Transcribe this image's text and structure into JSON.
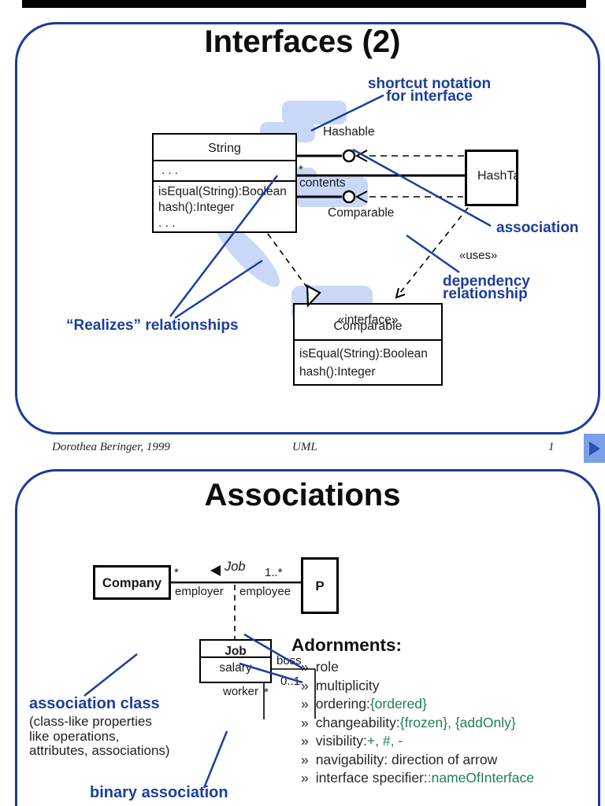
{
  "colors": {
    "accent_blue": "#1b3e9c",
    "border_blue": "#1e3a96",
    "highlight": "#c9d8f7",
    "green": "#1e7e52"
  },
  "slide1": {
    "title": "Interfaces (2)",
    "labels": {
      "shortcut_line1": "shortcut notation",
      "shortcut_line2": "for interface",
      "hashable": "Hashable",
      "star": "*",
      "contents": "contents",
      "comparable": "Comparable",
      "association": "association",
      "uses": "«uses»",
      "dependency_line1": "dependency",
      "dependency_line2": "relationship",
      "realizes": "“Realizes” relationships"
    },
    "string_class": {
      "name": "String",
      "attrs": ". . .",
      "op1": "isEqual(String):Boolean",
      "op2": "hash():Integer",
      "op3": ". . ."
    },
    "hashtable_class": {
      "name": "HashTa"
    },
    "interface_class": {
      "stereotype": "«interface»",
      "name": "Comparable",
      "op1": "isEqual(String):Boolean",
      "op2": "hash():Integer"
    },
    "footer": {
      "author": "Dorothea Beringer, 1999",
      "center": "UML",
      "page": "1"
    }
  },
  "slide2": {
    "title": "Associations",
    "company_class": {
      "name": "Company"
    },
    "person_class": {
      "name": "P"
    },
    "job_class": {
      "name": "Job",
      "attr": "salary"
    },
    "assoc": {
      "company_mult": "*",
      "name": "Job",
      "person_mult": "1..*",
      "employer": "employer",
      "employee": "employee",
      "boss": "boss",
      "boss_mult": "0..1",
      "worker": "worker",
      "worker_mult": "*"
    },
    "annotations": {
      "association_class": "association class",
      "note1": "(class-like properties",
      "note2": "like operations,",
      "note3": "attributes, associations)",
      "binary_association": "binary association"
    },
    "adornments": {
      "heading": "Adornments:",
      "bullet": "»",
      "items": [
        {
          "pre": "role",
          "green": ""
        },
        {
          "pre": "multiplicity",
          "green": ""
        },
        {
          "pre": "ordering: ",
          "green": "{ordered}"
        },
        {
          "pre": "changeability: ",
          "green": "{frozen}, {addOnly}"
        },
        {
          "pre": "visibility: ",
          "green": "+, #, -"
        },
        {
          "pre": "navigability: direction of arrow",
          "green": ""
        },
        {
          "pre": "interface specifier: ",
          "green": ":nameOfInterface"
        }
      ]
    }
  }
}
